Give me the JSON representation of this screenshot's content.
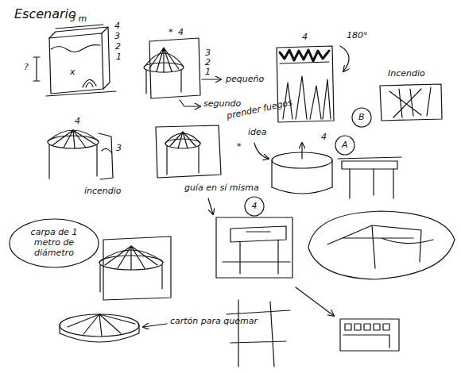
{
  "diagram": {
    "title": "Escenario",
    "nodes": [
      {
        "text": [
          "B"
        ]
      },
      {
        "text": [
          "A"
        ]
      },
      {
        "text": [
          "4"
        ]
      },
      {
        "text": [
          "carpa de 1 metro de diámetro"
        ]
      }
    ],
    "labels": [
      "3 m",
      "4",
      "3",
      "2",
      "1",
      "?",
      "x",
      "*",
      "4",
      "3",
      "2",
      "1",
      "pequeño",
      "segundo",
      "4",
      "180°",
      "Incendio",
      "prender fuegos",
      "idea",
      "*",
      "4",
      "4",
      "3",
      "incendio",
      "guía en sí misma",
      "cartón para quemar"
    ]
  }
}
